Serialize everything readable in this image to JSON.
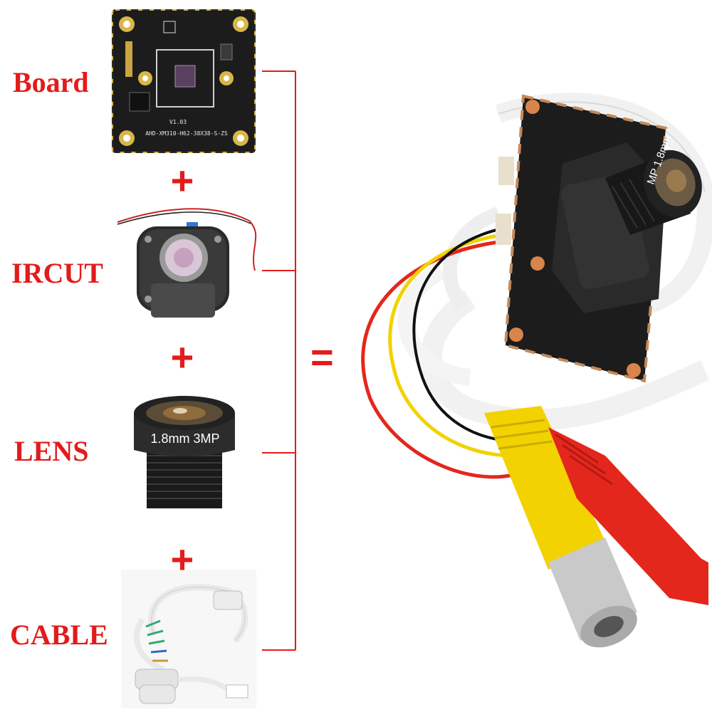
{
  "labels": {
    "board": "Board",
    "ircut": "IRCUT",
    "lens": "LENS",
    "cable": "CABLE"
  },
  "plus_sign": "+",
  "equals_sign": "=",
  "board_print": {
    "version": "V1.03",
    "model": "AHD-XM310-H62-38X38-S-ZS"
  },
  "lens_print": "1.8mm 3MP",
  "assembled_lens_print": "MP 1.8mm",
  "colors": {
    "accent": "#e31b1b",
    "pcb": "#1c1c1c",
    "gold": "#d8b64a",
    "cable_yellow": "#f2d200",
    "cable_red": "#e4271c",
    "cable_white": "#f4f4f4"
  }
}
